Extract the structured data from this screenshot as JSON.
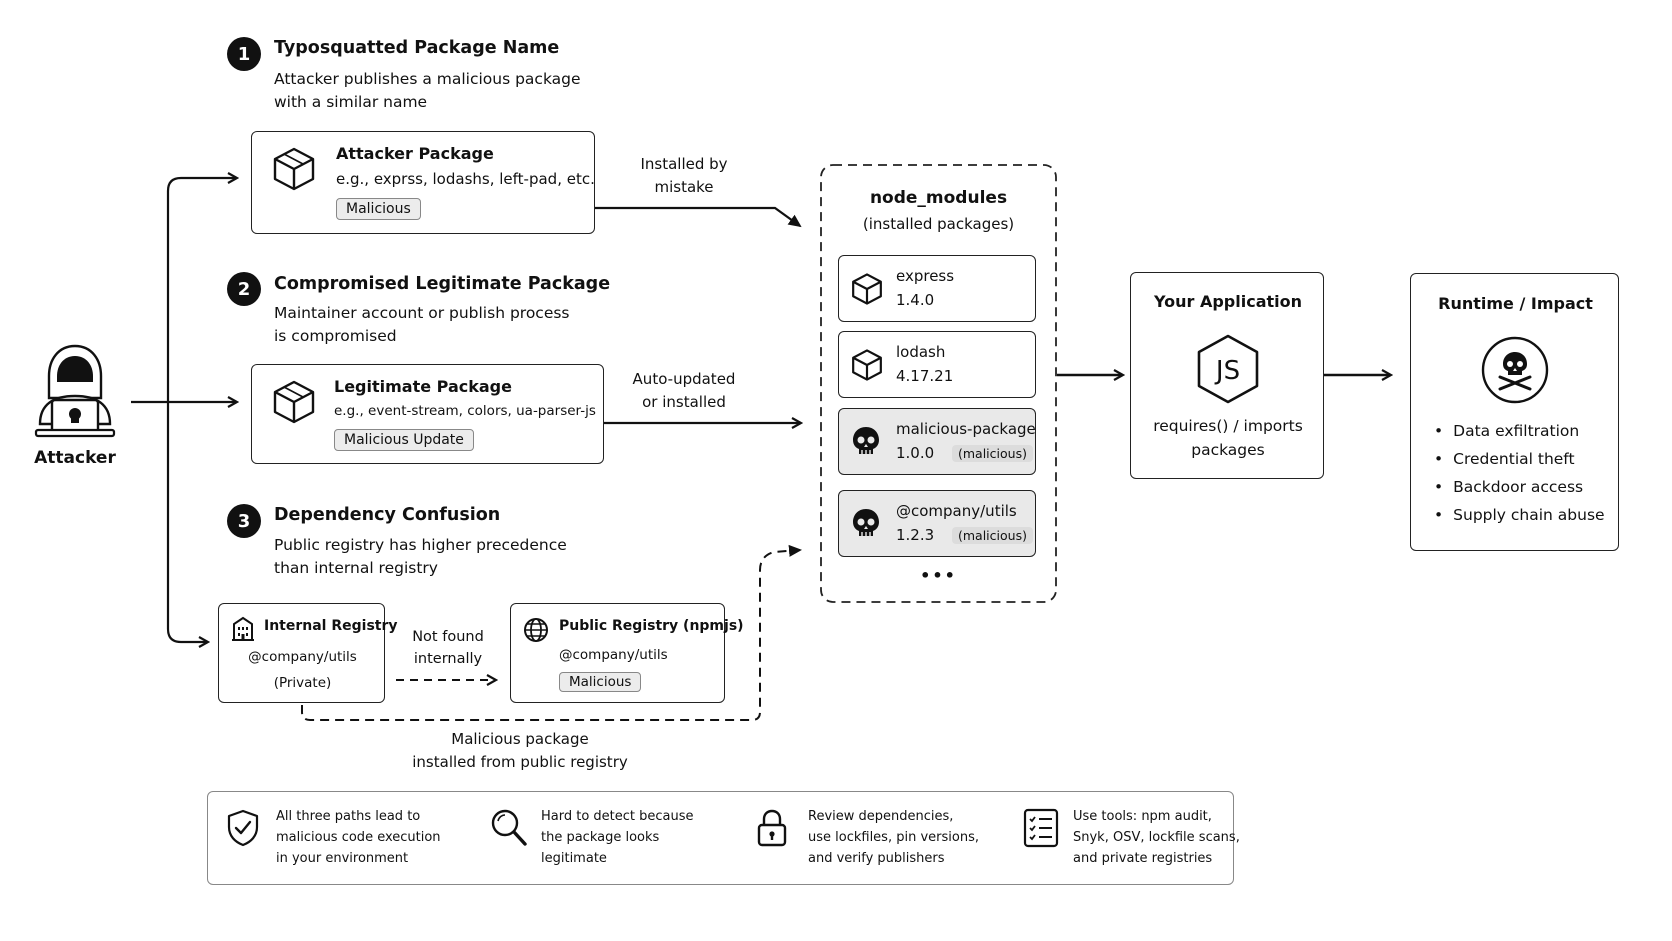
{
  "attacker": {
    "label": "Attacker"
  },
  "step1": {
    "number": "1",
    "title": "Typosquatted Package Name",
    "desc_line1": "Attacker publishes a malicious package",
    "desc_line2": "with a similar name",
    "card_title": "Attacker Package",
    "card_sub": "e.g., exprss, lodashs, left-pad, etc.",
    "card_tag": "Malicious",
    "arrow_label_line1": "Installed by",
    "arrow_label_line2": "mistake"
  },
  "step2": {
    "number": "2",
    "title": "Compromised Legitimate Package",
    "desc_line1": "Maintainer account or publish process",
    "desc_line2": "is compromised",
    "card_title": "Legitimate Package",
    "card_sub": "e.g., event-stream, colors, ua-parser-js",
    "card_tag": "Malicious Update",
    "arrow_label_line1": "Auto-updated",
    "arrow_label_line2": "or installed"
  },
  "step3": {
    "number": "3",
    "title": "Dependency Confusion",
    "desc_line1": "Public registry has higher precedence",
    "desc_line2": "than internal registry",
    "internal_title": "Internal Registry",
    "internal_pkg": "@company/utils",
    "internal_scope": "(Private)",
    "notfound_line1": "Not found",
    "notfound_line2": "internally",
    "public_title": "Public Registry (npmjs)",
    "public_pkg": "@company/utils",
    "public_tag": "Malicious",
    "install_line1": "Malicious package",
    "install_line2": "installed from public registry"
  },
  "node_modules": {
    "title": "node_modules",
    "subtitle": "(installed packages)",
    "packages": [
      {
        "name": "express",
        "version": "1.4.0",
        "tag": ""
      },
      {
        "name": "lodash",
        "version": "4.17.21",
        "tag": ""
      },
      {
        "name": "malicious-package",
        "version": "1.0.0",
        "tag": "(malicious)"
      },
      {
        "name": "@company/utils",
        "version": "1.2.3",
        "tag": "(malicious)"
      }
    ],
    "more": "•••"
  },
  "application": {
    "title": "Your Application",
    "line1": "requires() / imports",
    "line2": "packages"
  },
  "impact": {
    "title": "Runtime / Impact",
    "items": [
      "Data exfiltration",
      "Credential theft",
      "Backdoor access",
      "Supply chain abuse"
    ]
  },
  "footer": {
    "tips": [
      {
        "icon": "shield-check-icon",
        "lines": [
          "All three paths lead to",
          "malicious code execution",
          "in your environment"
        ]
      },
      {
        "icon": "magnifier-icon",
        "lines": [
          "Hard to detect because",
          "the package looks",
          "legitimate"
        ]
      },
      {
        "icon": "padlock-icon",
        "lines": [
          "Review dependencies,",
          "use lockfiles, pin versions,",
          "and verify publishers"
        ]
      },
      {
        "icon": "checklist-icon",
        "lines": [
          "Use tools: npm audit,",
          "Snyk, OSV, lockfile scans,",
          "and private registries"
        ]
      }
    ]
  }
}
